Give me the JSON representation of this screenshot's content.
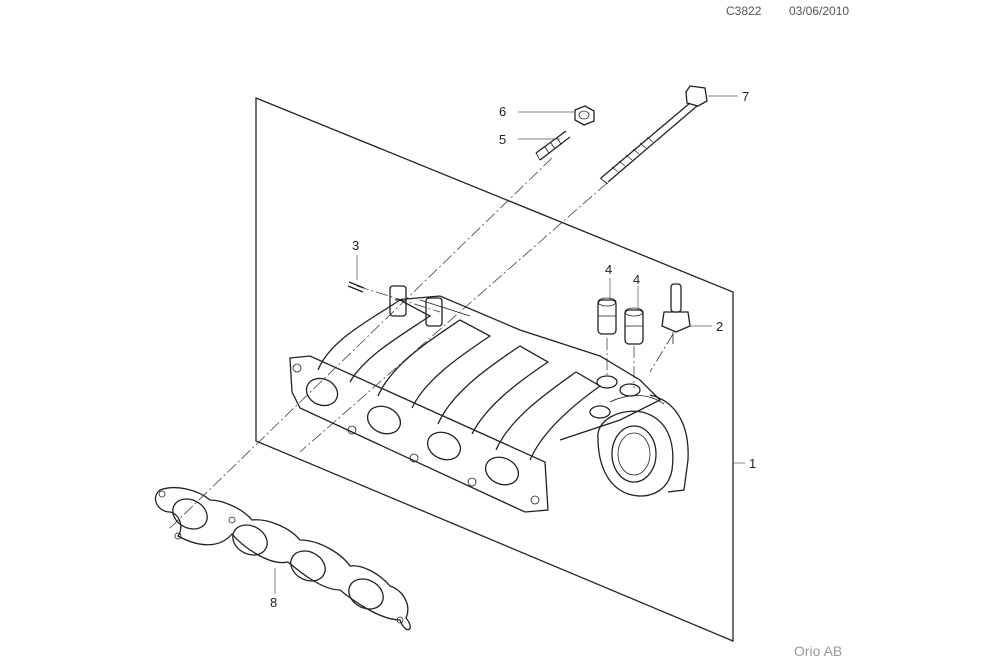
{
  "header": {
    "code": "C3822",
    "date": "03/06/2010"
  },
  "footer": {
    "brand": "Orio AB"
  },
  "callouts": [
    {
      "id": "1",
      "label": "1"
    },
    {
      "id": "2",
      "label": "2"
    },
    {
      "id": "3",
      "label": "3"
    },
    {
      "id": "4a",
      "label": "4"
    },
    {
      "id": "4b",
      "label": "4"
    },
    {
      "id": "5",
      "label": "5"
    },
    {
      "id": "6",
      "label": "6"
    },
    {
      "id": "7",
      "label": "7"
    },
    {
      "id": "8",
      "label": "8"
    }
  ]
}
